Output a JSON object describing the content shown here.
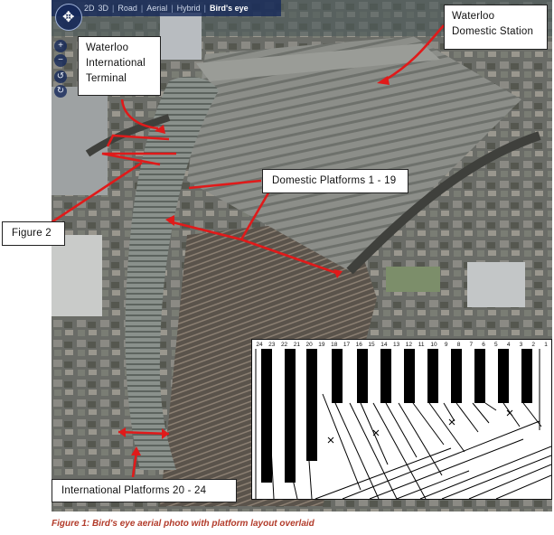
{
  "map_toolbar": {
    "modes": [
      "2D",
      "3D",
      "Road",
      "Aerial",
      "Hybrid",
      "Bird's eye"
    ],
    "active_mode": "Bird's eye"
  },
  "labels": {
    "international_terminal": [
      "Waterloo",
      "International",
      "Terminal"
    ],
    "domestic_station": [
      "Waterloo",
      "Domestic Station"
    ],
    "domestic_platforms": "Domestic Platforms 1 - 19",
    "figure2": "Figure 2",
    "international_platforms": "International Platforms 20 - 24"
  },
  "platform_numbers": [
    "24",
    "23",
    "22",
    "21",
    "20",
    "19",
    "18",
    "17",
    "16",
    "15",
    "14",
    "13",
    "12",
    "11",
    "10",
    "9",
    "8",
    "7",
    "6",
    "5",
    "4",
    "3",
    "2",
    "1"
  ],
  "caption": "Figure 1: Bird's eye aerial photo with platform layout overlaid",
  "colors": {
    "arrow": "#e01a1a",
    "caption": "#b23b2a",
    "toolbar": "#14285a"
  }
}
